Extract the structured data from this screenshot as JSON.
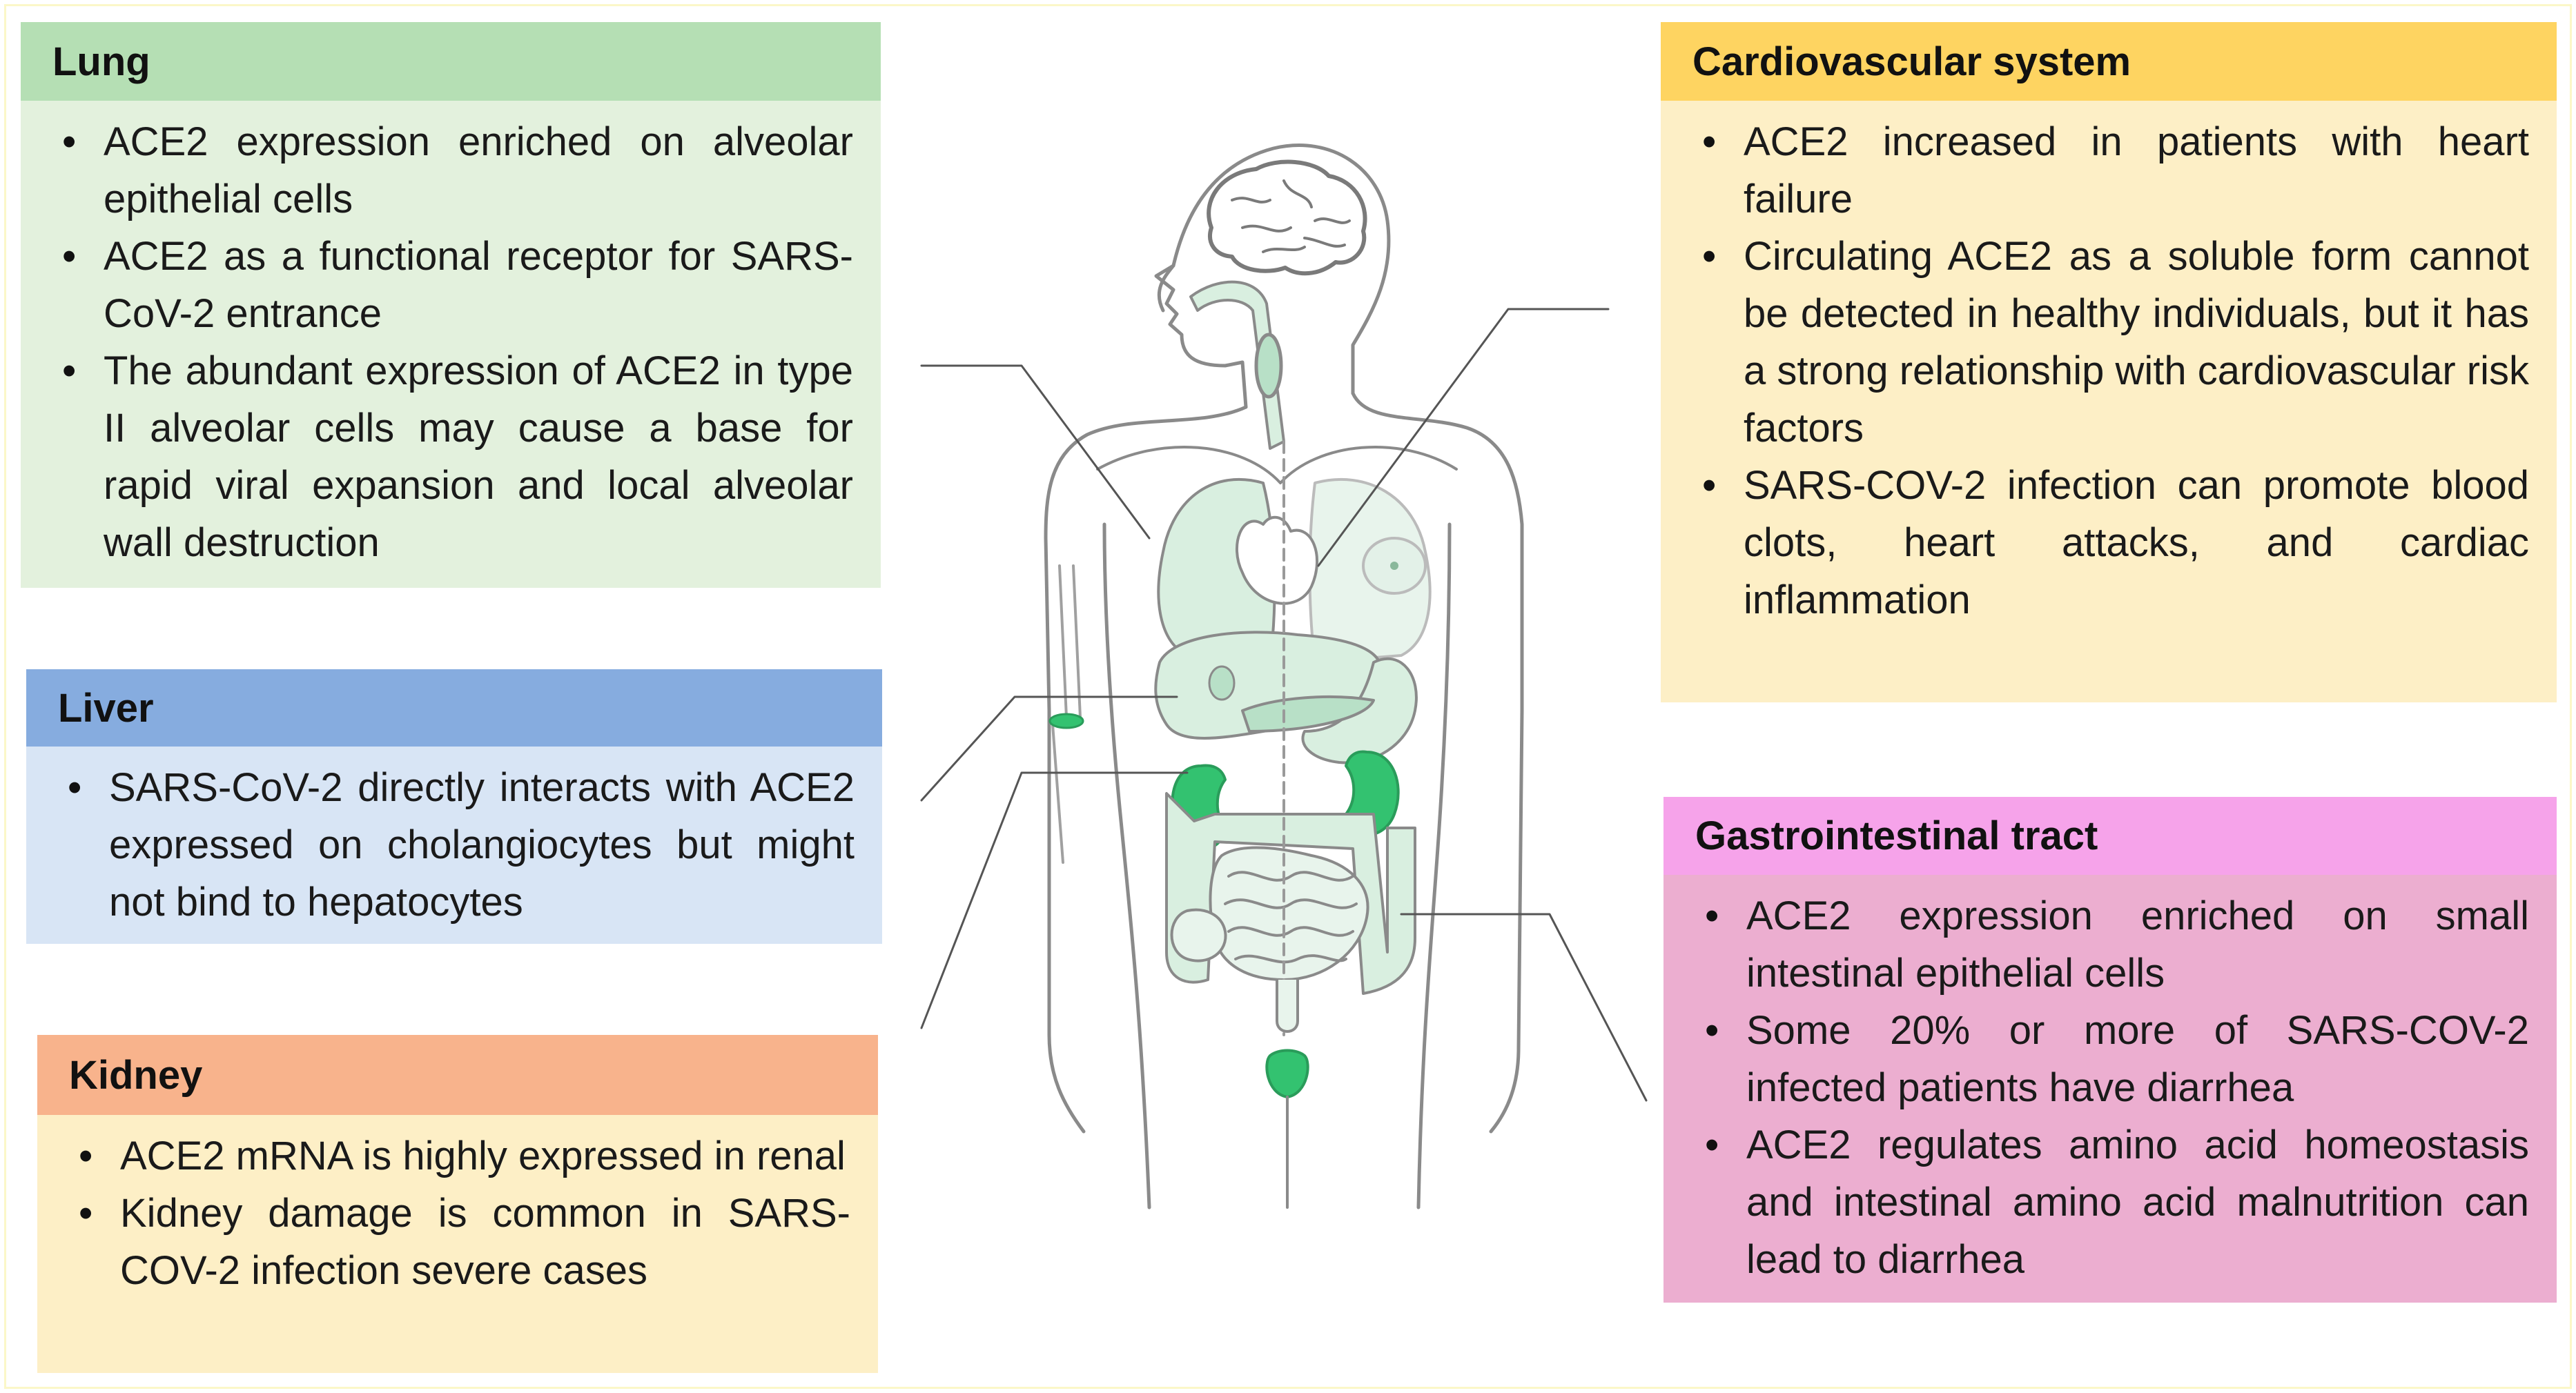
{
  "panels": {
    "lung": {
      "title": "Lung",
      "bullets": [
        "ACE2 expression enriched on  alveolar epithelial cells",
        "ACE2 as a functional receptor for SARS-CoV-2 entrance",
        "The abundant expression of ACE2 in type II alveolar cells may cause a base for rapid viral expansion and local alveolar wall destruction"
      ]
    },
    "liver": {
      "title": "Liver",
      "bullets": [
        "SARS-CoV-2 directly interacts with ACE2 expressed on cholangiocytes but might not bind to hepatocytes"
      ]
    },
    "kidney": {
      "title": "Kidney",
      "bullets": [
        "ACE2 mRNA is highly expressed in renal",
        "Kidney damage is common in SARS-COV-2 infection severe cases"
      ]
    },
    "cardiovascular": {
      "title": "Cardiovascular system",
      "bullets": [
        "ACE2 increased in patients with heart failure",
        "Circulating ACE2 as a soluble form cannot be detected in healthy individuals, but it has a strong relationship with cardiovascular risk factors",
        "SARS-COV-2 infection can promote blood clots, heart attacks, and cardiac inflammation"
      ]
    },
    "gastrointestinal": {
      "title": "Gastrointestinal tract",
      "bullets": [
        "ACE2 expression enriched on small intestinal epithelial cells",
        "Some 20% or more of SARS-COV-2 infected patients have diarrhea",
        "ACE2 regulates amino acid homeostasis and intestinal amino acid malnutrition can lead to diarrhea"
      ]
    }
  },
  "colors": {
    "organ_light": "#d9efe0",
    "organ_mid": "#b8e0c7",
    "organ_bright": "#33c270",
    "outline": "#7a7a7a"
  }
}
